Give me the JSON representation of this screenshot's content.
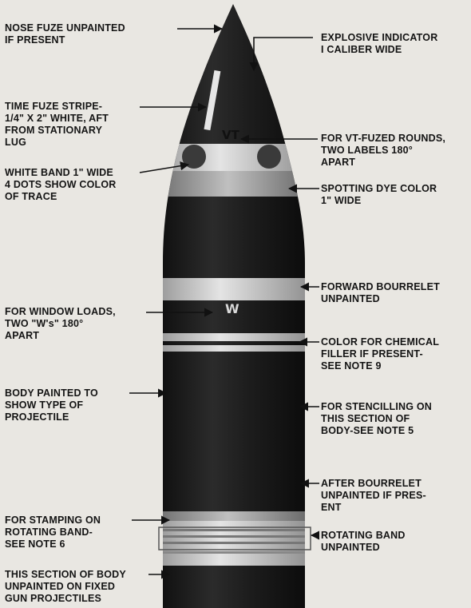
{
  "callouts_left": [
    {
      "id": "nose-fuze",
      "lines": [
        "NOSE FUZE UNPAINTED",
        "IF PRESENT"
      ]
    },
    {
      "id": "time-fuze-stripe",
      "lines": [
        "TIME FUZE STRIPE-",
        "1/4\" X 2\" WHITE, AFT",
        "FROM STATIONARY",
        "LUG"
      ]
    },
    {
      "id": "white-band",
      "lines": [
        "WHITE BAND 1\" WIDE",
        "4 DOTS SHOW COLOR",
        "OF TRACE"
      ]
    },
    {
      "id": "window-loads",
      "lines": [
        "FOR WINDOW LOADS,",
        "TWO \"W's\" 180°",
        "APART"
      ]
    },
    {
      "id": "body-painted",
      "lines": [
        "BODY PAINTED TO",
        "SHOW TYPE OF",
        "PROJECTILE"
      ]
    },
    {
      "id": "stamping",
      "lines": [
        "FOR STAMPING ON",
        "ROTATING BAND-",
        "SEE NOTE 6"
      ]
    },
    {
      "id": "section-unpainted",
      "lines": [
        "THIS SECTION OF BODY",
        "UNPAINTED ON FIXED",
        "GUN PROJECTILES"
      ]
    }
  ],
  "callouts_right": [
    {
      "id": "explosive-indicator",
      "lines": [
        "EXPLOSIVE INDICATOR",
        "I CALIBER WIDE"
      ]
    },
    {
      "id": "vt-fuzed",
      "lines": [
        "FOR VT-FUZED ROUNDS,",
        "TWO LABELS 180°",
        "APART"
      ]
    },
    {
      "id": "spotting-dye",
      "lines": [
        "SPOTTING DYE COLOR",
        "1\" WIDE"
      ]
    },
    {
      "id": "forward-bourrelet",
      "lines": [
        "FORWARD BOURRELET",
        "UNPAINTED"
      ]
    },
    {
      "id": "chemical-filler",
      "lines": [
        "COLOR FOR CHEMICAL",
        "FILLER IF PRESENT-",
        "SEE NOTE 9"
      ]
    },
    {
      "id": "stencilling",
      "lines": [
        "FOR STENCILLING ON",
        "THIS SECTION OF",
        "BODY-SEE NOTE 5"
      ]
    },
    {
      "id": "after-bourrelet",
      "lines": [
        "AFTER BOURRELET",
        "UNPAINTED IF PRES-",
        "ENT"
      ]
    },
    {
      "id": "rotating-band",
      "lines": [
        "ROTATING BAND",
        "UNPAINTED"
      ]
    }
  ],
  "shell_labels": {
    "vt": "VT",
    "w": "W"
  },
  "colors": {
    "background": "#e9e7e2",
    "body": "#1f1f1f",
    "band_light": "#d6d6d6",
    "band_mid": "#a9a9a9",
    "text": "#141414"
  }
}
